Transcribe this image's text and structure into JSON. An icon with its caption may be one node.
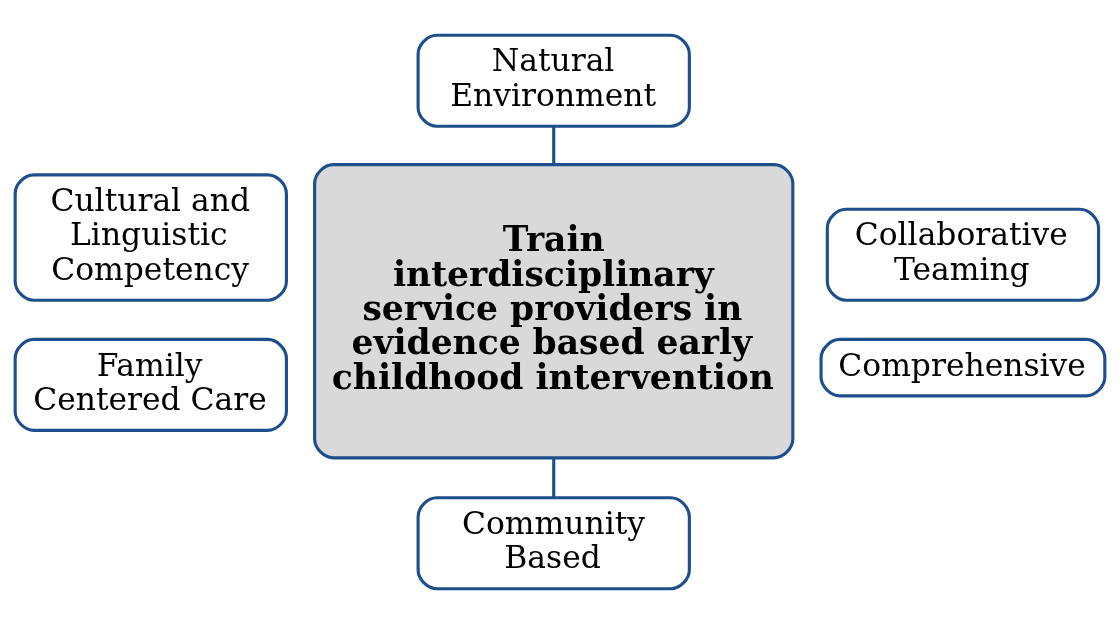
{
  "diagram": {
    "nodes": [
      {
        "text": [
          "Natural Environment"
        ]
      },
      {
        "text": [
          "Cultural and Linguistic Competency"
        ]
      },
      {
        "text": [
          "Collaborative Teaming"
        ]
      },
      {
        "text": [
          "Train interdisciplinary service providers in evidence based early childhood intervention"
        ]
      },
      {
        "text": [
          "Family Centered Care"
        ]
      },
      {
        "text": [
          "Comprehensive"
        ]
      },
      {
        "text": [
          "Community Based"
        ]
      }
    ],
    "edges": [
      {
        "from": 0,
        "to": 3,
        "arrow": "none"
      },
      {
        "from": 3,
        "to": 6,
        "arrow": "none"
      }
    ]
  }
}
